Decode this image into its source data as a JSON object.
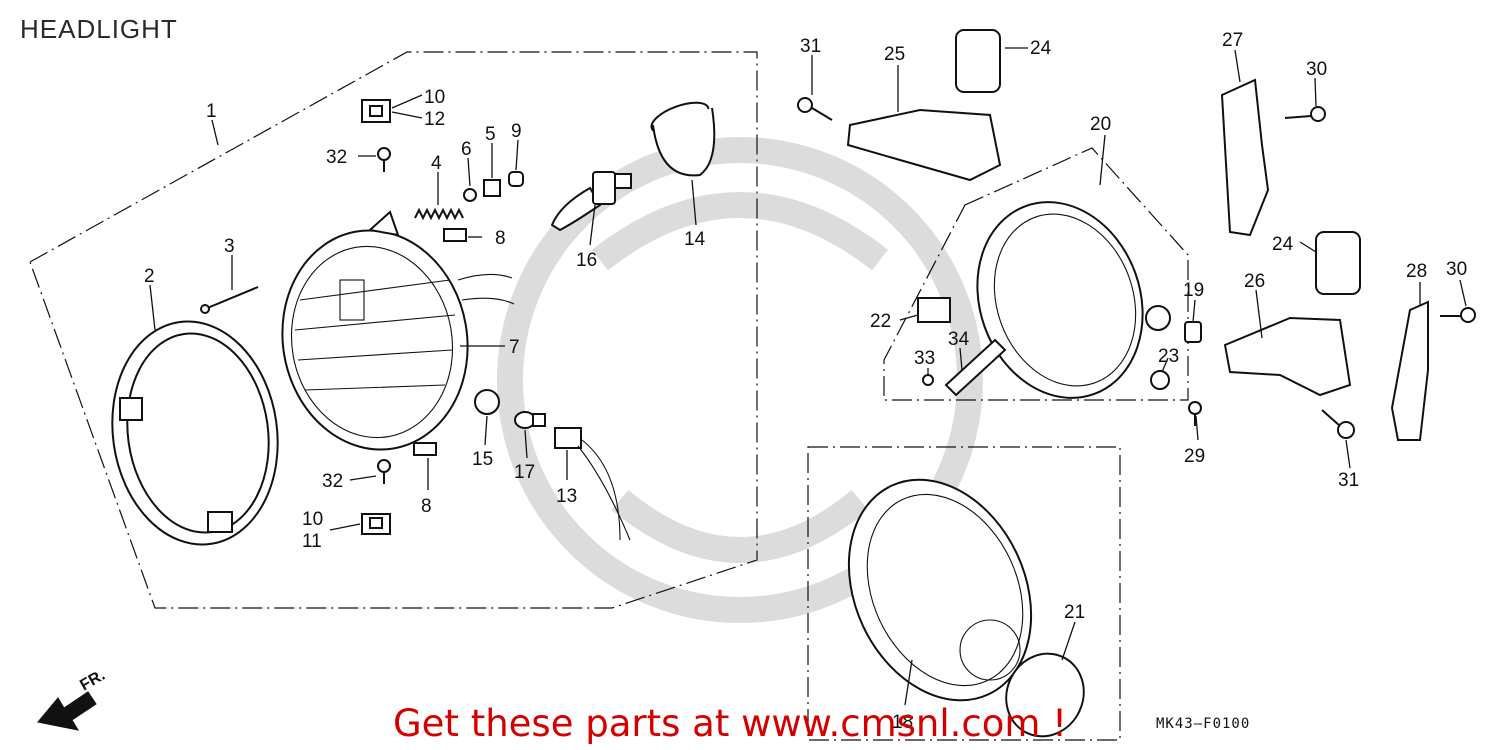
{
  "title": "HEADLIGHT",
  "promo_text": "Get these parts at www.cmsnl.com !",
  "diagram_code": "MK43—F0100",
  "direction_label": "FR.",
  "callouts": {
    "c1": "1",
    "c2": "2",
    "c3": "3",
    "c4": "4",
    "c5": "5",
    "c6": "6",
    "c7": "7",
    "c8a": "8",
    "c8b": "8",
    "c9": "9",
    "c10a": "10",
    "c10b": "10",
    "c11": "11",
    "c12": "12",
    "c13": "13",
    "c14": "14",
    "c15": "15",
    "c16": "16",
    "c17": "17",
    "c18": "18",
    "c19": "19",
    "c20": "20",
    "c21": "21",
    "c22": "22",
    "c23": "23",
    "c24a": "24",
    "c24b": "24",
    "c25": "25",
    "c26": "26",
    "c27": "27",
    "c28": "28",
    "c29": "29",
    "c30a": "30",
    "c30b": "30",
    "c31a": "31",
    "c31b": "31",
    "c32a": "32",
    "c32b": "32",
    "c33": "33",
    "c34": "34"
  }
}
